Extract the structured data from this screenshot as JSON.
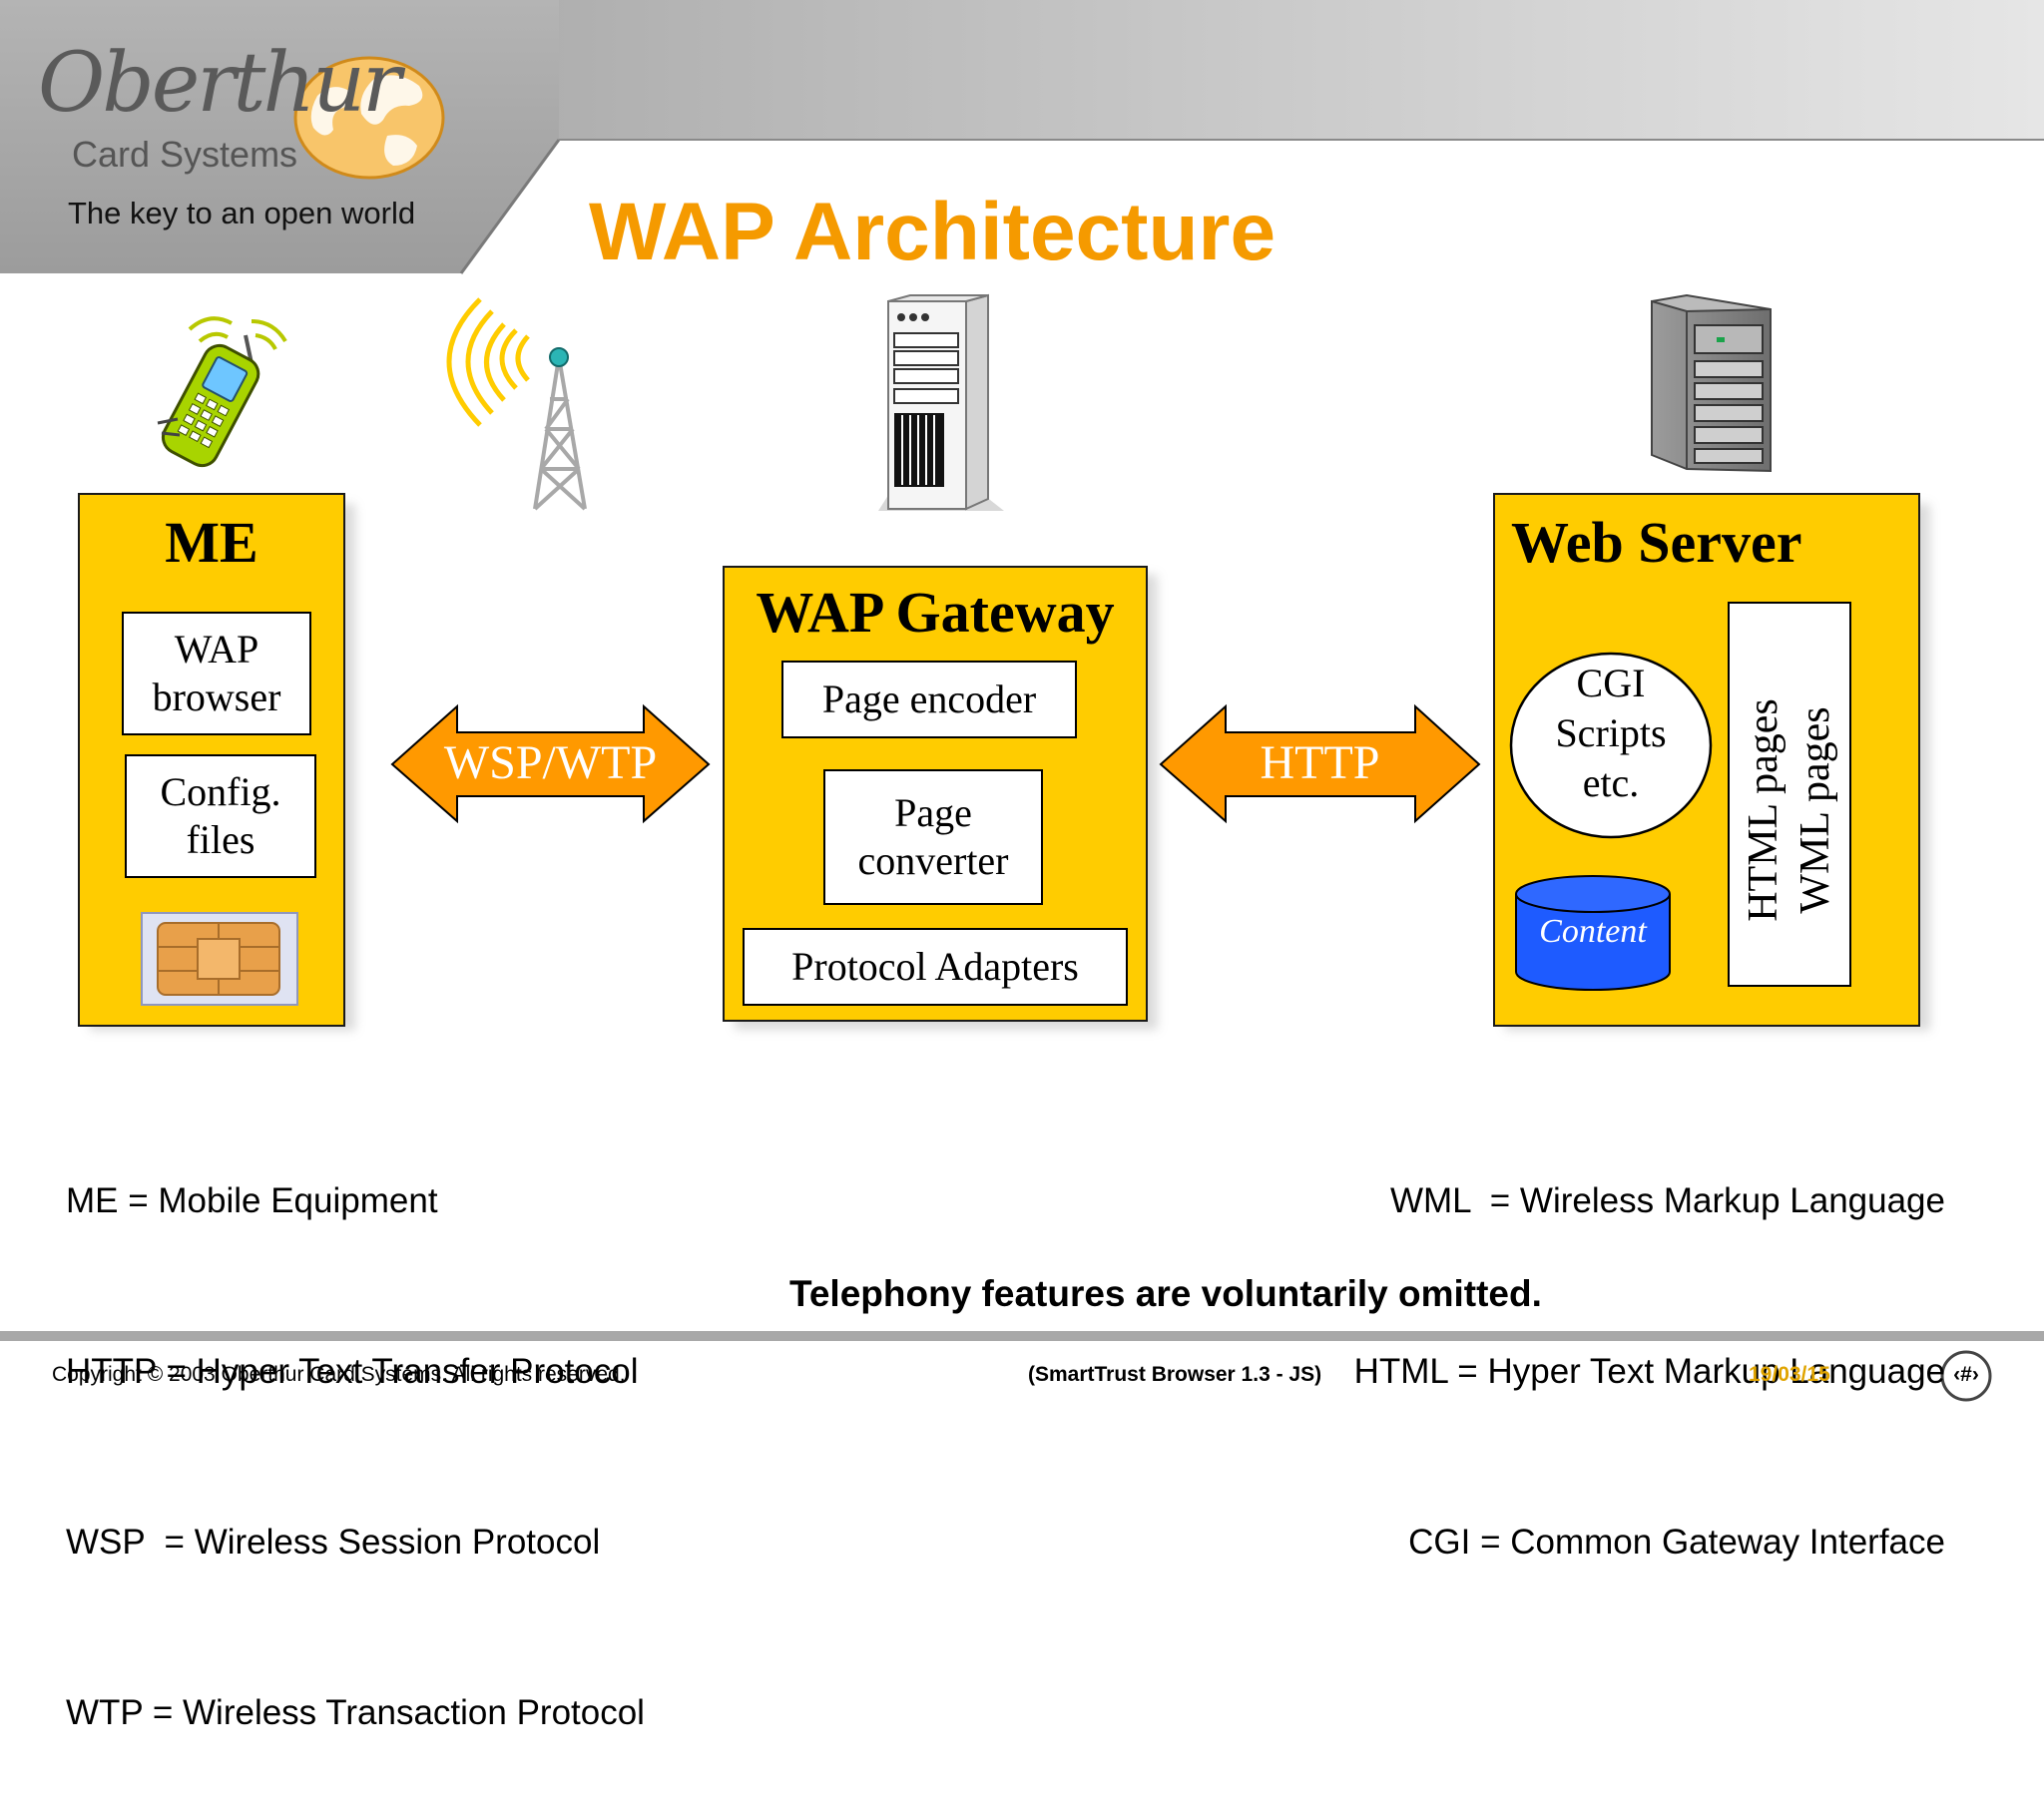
{
  "header": {
    "logo_name": "Oberthur",
    "logo_sub": "Card Systems",
    "tagline": "The key to an open world",
    "title": "WAP Architecture"
  },
  "colors": {
    "box_fill": "#ffcc00",
    "arrow_fill": "#ff9900",
    "title_orange": "#f59a00",
    "db_blue": "#1e5bff",
    "footer_date": "#e0a400"
  },
  "icons": [
    "mobile-phone-icon",
    "antenna-tower-icon",
    "gateway-server-icon",
    "web-server-icon",
    "sim-card-icon"
  ],
  "diagram": {
    "me": {
      "title": "ME",
      "wap_browser": "WAP\nbrowser",
      "config_files": "Config.\nfiles"
    },
    "link_left": "WSP/WTP",
    "gateway": {
      "title": "WAP Gateway",
      "page_encoder": "Page encoder",
      "page_converter": "Page\nconverter",
      "protocol_adapters": "Protocol Adapters"
    },
    "link_right": "HTTP",
    "web_server": {
      "title": "Web Server",
      "cgi": "CGI\nScripts\netc.",
      "content": "Content",
      "pages": "HTML pages\nWML pages"
    }
  },
  "glossary_left": [
    "ME = Mobile Equipment",
    "HTTP = Hyper Text Transfer Protocol",
    "WSP  = Wireless Session Protocol",
    "WTP = Wireless Transaction Protocol"
  ],
  "glossary_right": [
    "WML  = Wireless Markup Language",
    "HTML = Hyper Text Markup Language",
    "CGI = Common Gateway Interface"
  ],
  "note": "Telephony features are voluntarily omitted.",
  "footer": {
    "copyright": "Copyright © 2003 Oberthur Card Systems. All rights reserved.",
    "product": "(SmartTrust Browser 1.3 - JS)",
    "date": "19/03/15",
    "page": "‹#›"
  }
}
